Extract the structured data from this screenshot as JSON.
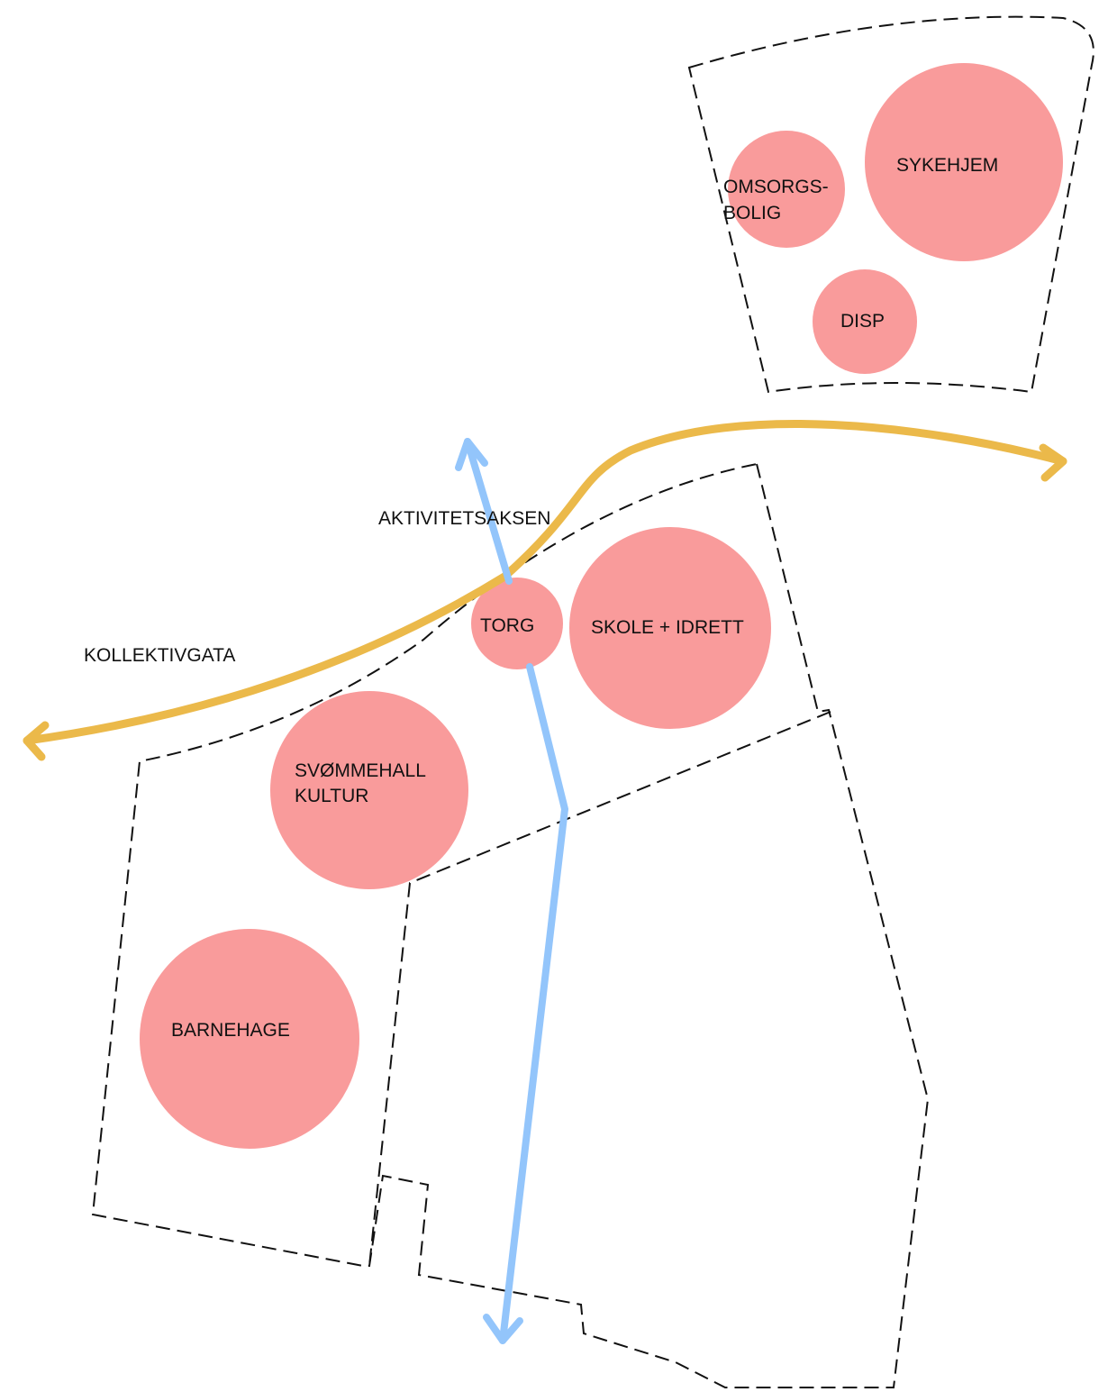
{
  "colors": {
    "background": "#ffffff",
    "zone_fill": "#f99b9b",
    "boundary": "#111111",
    "kollektivgata": "#ebb94a",
    "aktivitetsaksen": "#93c5fb"
  },
  "axes": {
    "kollektivgata": "KOLLEKTIVGATA",
    "aktivitetsaksen": "AKTIVITETSAKSEN"
  },
  "zones": {
    "omsorgsbolig": [
      "OMSORGS-",
      "BOLIG"
    ],
    "sykehjem": "SYKEHJEM",
    "disp": "DISP",
    "torg": "TORG",
    "skole": "SKOLE + IDRETT",
    "svommehall": [
      "SVØMMEHALL",
      "KULTUR"
    ],
    "barnehage": "BARNEHAGE"
  }
}
